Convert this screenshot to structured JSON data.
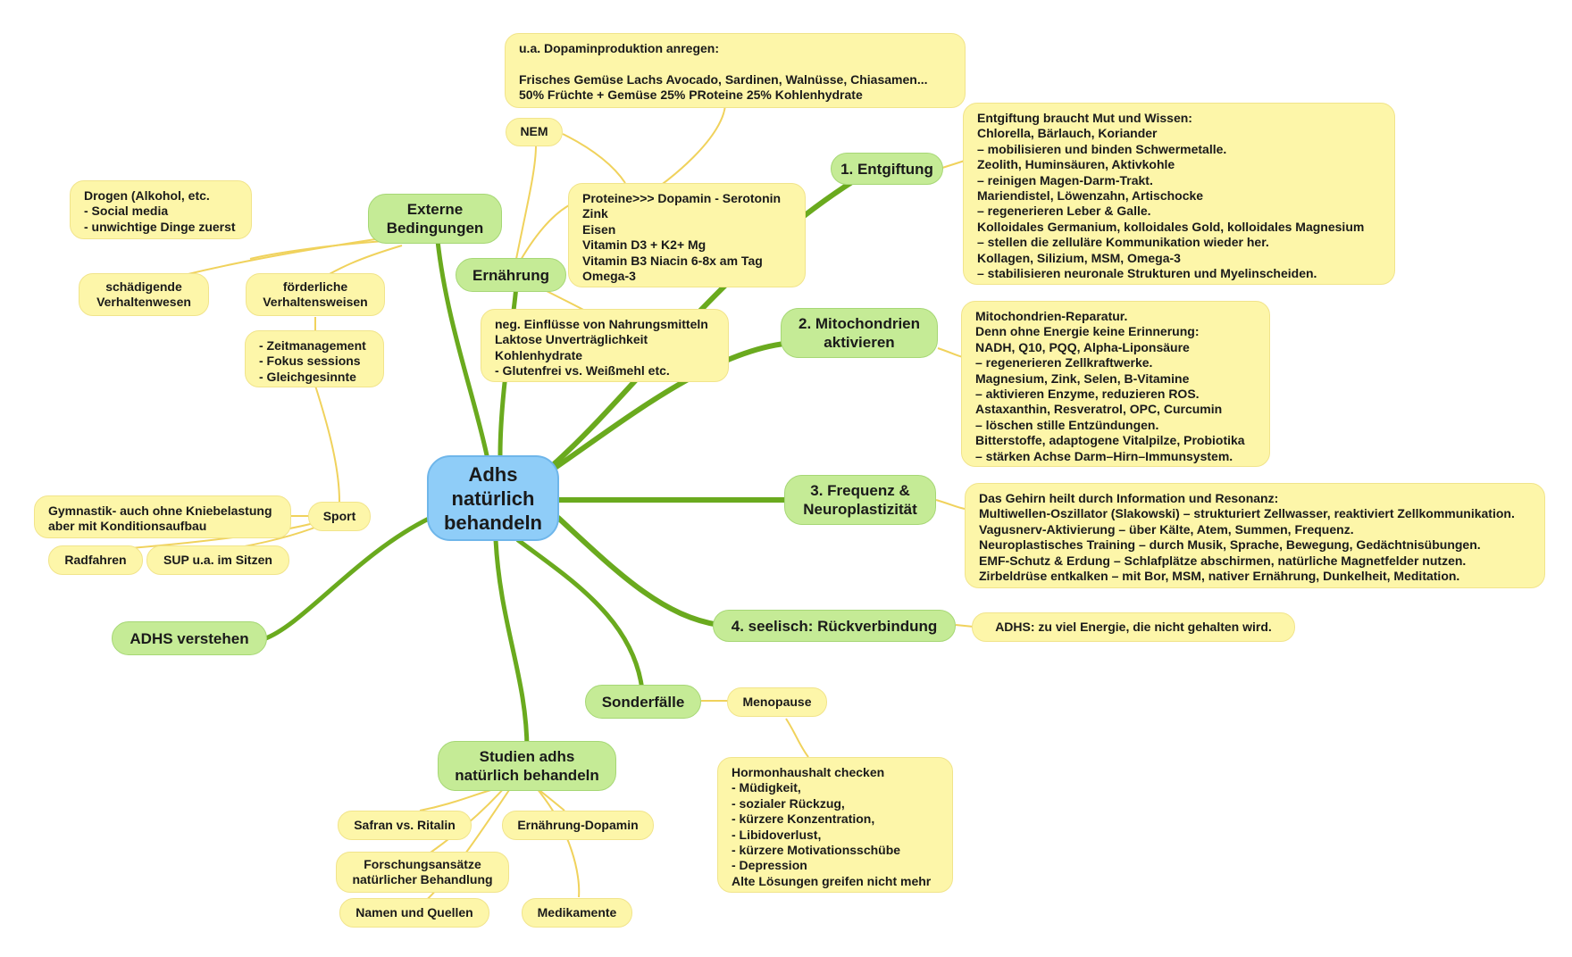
{
  "central": "Adhs\nnatürlich\nbehandeln",
  "main": {
    "entgiftung": "1. Entgiftung",
    "mitochondrien": "2. Mitochondrien\naktivieren",
    "frequenz": "3. Frequenz &\nNeuroplastizität",
    "seelisch": "4. seelisch: Rückverbindung",
    "sonderfaelle": "Sonderfälle",
    "studien": "Studien adhs\nnatürlich behandeln",
    "adhs_verstehen": "ADHS verstehen",
    "externe": "Externe\nBedingungen",
    "ernaehrung": "Ernährung"
  },
  "sub": {
    "dopamin_food": "u.a. Dopaminproduktion anregen:\n\n Frisches Gemüse Lachs  Avocado, Sardinen,  Walnüsse, Chiasamen...\n  50% Früchte + Gemüse 25% PRoteine 25% Kohlenhydrate",
    "nem": "NEM",
    "proteine": "Proteine>>> Dopamin - Serotonin\n  Zink\n  Eisen\n  Vitamin D3 + K2+ Mg\n  Vitamin B3 Niacin 6-8x am Tag\nOmega-3",
    "neg_einfluesse": "neg. Einflüsse von  Nahrungsmitteln\n Laktose Unverträglichkeit\n Kohlenhydrate\n-  Glutenfrei vs. Weißmehl etc.",
    "entgiftung_detail": "Entgiftung braucht Mut und Wissen:\nChlorella, Bärlauch, Koriander\n– mobilisieren und binden Schwermetalle.\nZeolith, Huminsäuren, Aktivkohle\n– reinigen Magen-Darm-Trakt.\nMariendistel, Löwenzahn, Artischocke\n– regenerieren Leber & Galle.\nKolloidales Germanium, kolloidales Gold, kolloidales Magnesium\n– stellen die zelluläre Kommunikation wieder her.\nKollagen, Silizium, MSM, Omega-3\n– stabilisieren neuronale Strukturen und Myelinscheiden.",
    "mito_detail": "Mitochondrien-Reparatur.\nDenn ohne Energie keine Erinnerung:\nNADH, Q10, PQQ, Alpha-Liponsäure\n– regenerieren Zellkraftwerke.\nMagnesium, Zink, Selen, B-Vitamine\n– aktivieren Enzyme, reduzieren ROS.\nAstaxanthin, Resveratrol, OPC, Curcumin\n– löschen stille Entzündungen.\nBitterstoffe, adaptogene Vitalpilze, Probiotika\n– stärken Achse Darm–Hirn–Immunsystem.",
    "frequenz_detail": "Das Gehirn heilt durch Information und Resonanz:\nMultiwellen-Oszillator (Slakowski) – strukturiert Zellwasser, reaktiviert Zellkommunikation.\nVagusnerv-Aktivierung – über Kälte, Atem, Summen, Frequenz.\nNeuroplastisches Training – durch Musik, Sprache, Bewegung, Gedächtnisübungen.\nEMF-Schutz & Erdung – Schlafplätze abschirmen, natürliche Magnetfelder nutzen.\nZirbeldrüse entkalken – mit Bor, MSM, nativer Ernährung, Dunkelheit, Meditation.",
    "adhs_energie": "ADHS:  zu viel Energie, die nicht gehalten wird.",
    "menopause": "Menopause",
    "hormon": "Hormonhaushalt checken\n- Müdigkeit,\n- sozialer Rückzug,\n- kürzere Konzentration,\n- Libidoverlust,\n- kürzere Motivationsschübe\n- Depression\nAlte Lösungen greifen nicht mehr",
    "safran": "Safran vs. Ritalin",
    "ernaehrung_dopamin": "Ernährung-Dopamin",
    "forschung": "Forschungsansätze\nnatürlicher Behandlung",
    "medikamente": "Medikamente",
    "namen": "Namen und Quellen",
    "drogen": "Drogen (Alkohol, etc.\n- Social media\n- unwichtige Dinge zuerst",
    "schaedigende": "schädigende\nVerhaltenwesen",
    "foerderliche": "förderliche\nVerhaltensweisen",
    "zeitmanagement": "- Zeitmanagement\n- Fokus sessions\n- Gleichgesinnte",
    "sport": "Sport",
    "gymnastik": "Gymnastik- auch ohne Kniebelastung\naber mit Konditionsaufbau",
    "radfahren": "Radfahren",
    "sup": "SUP u.a. im Sitzen"
  },
  "colors": {
    "central_fill": "#8fcdf8",
    "main_fill": "#c5eb96",
    "sub_fill": "#fdf6a9",
    "branch_green": "#6aaa1e",
    "link_yellow": "#f0d25c"
  }
}
